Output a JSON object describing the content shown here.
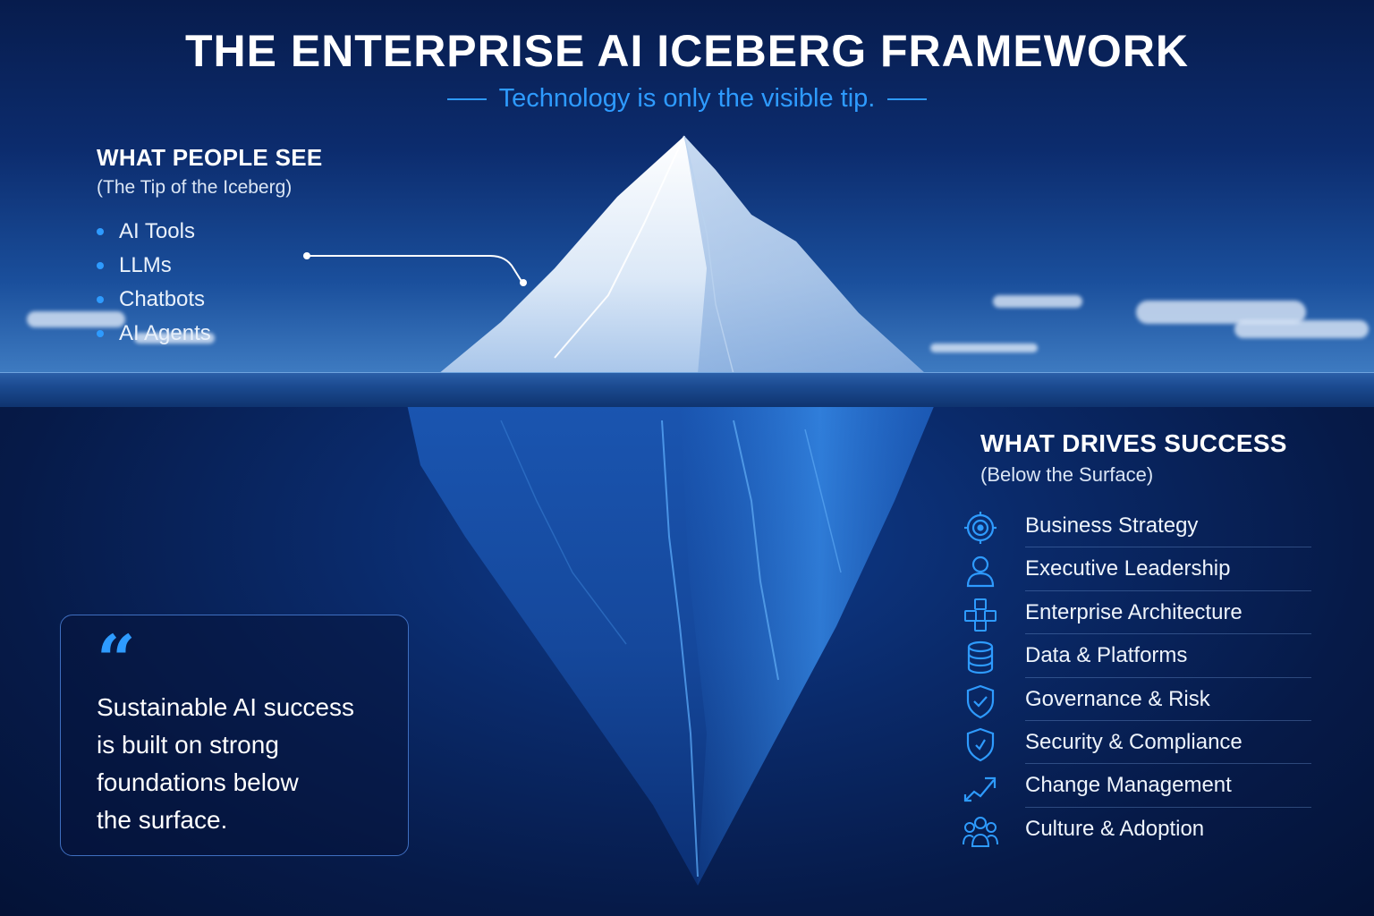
{
  "header": {
    "title": "THE ENTERPRISE AI ICEBERG FRAMEWORK",
    "subtitle": "Technology is only the visible tip."
  },
  "tip": {
    "title": "WHAT PEOPLE SEE",
    "subtitle": "(The Tip of the Iceberg)",
    "items": [
      "AI Tools",
      "LLMs",
      "Chatbots",
      "AI Agents"
    ]
  },
  "drivers": {
    "title": "WHAT DRIVES SUCCESS",
    "subtitle": "(Below the Surface)",
    "items": [
      {
        "label": "Business Strategy",
        "icon": "target-icon"
      },
      {
        "label": "Executive Leadership",
        "icon": "person-icon"
      },
      {
        "label": "Enterprise Architecture",
        "icon": "cubes-icon"
      },
      {
        "label": "Data & Platforms",
        "icon": "database-icon"
      },
      {
        "label": "Governance & Risk",
        "icon": "shield-check-icon"
      },
      {
        "label": "Security & Compliance",
        "icon": "shield-lock-icon"
      },
      {
        "label": "Change Management",
        "icon": "trend-up-icon"
      },
      {
        "label": "Culture & Adoption",
        "icon": "people-icon"
      }
    ]
  },
  "quote": {
    "mark": "“",
    "lines": [
      "Sustainable AI success",
      "is built on strong",
      "foundations below",
      "the surface."
    ]
  },
  "colors": {
    "accent": "#2e9bff",
    "sky_top": "#071c4d",
    "sea_deep": "#041236",
    "ice_light": "#e8f1fb",
    "ice_under": "#1f6fd6"
  }
}
